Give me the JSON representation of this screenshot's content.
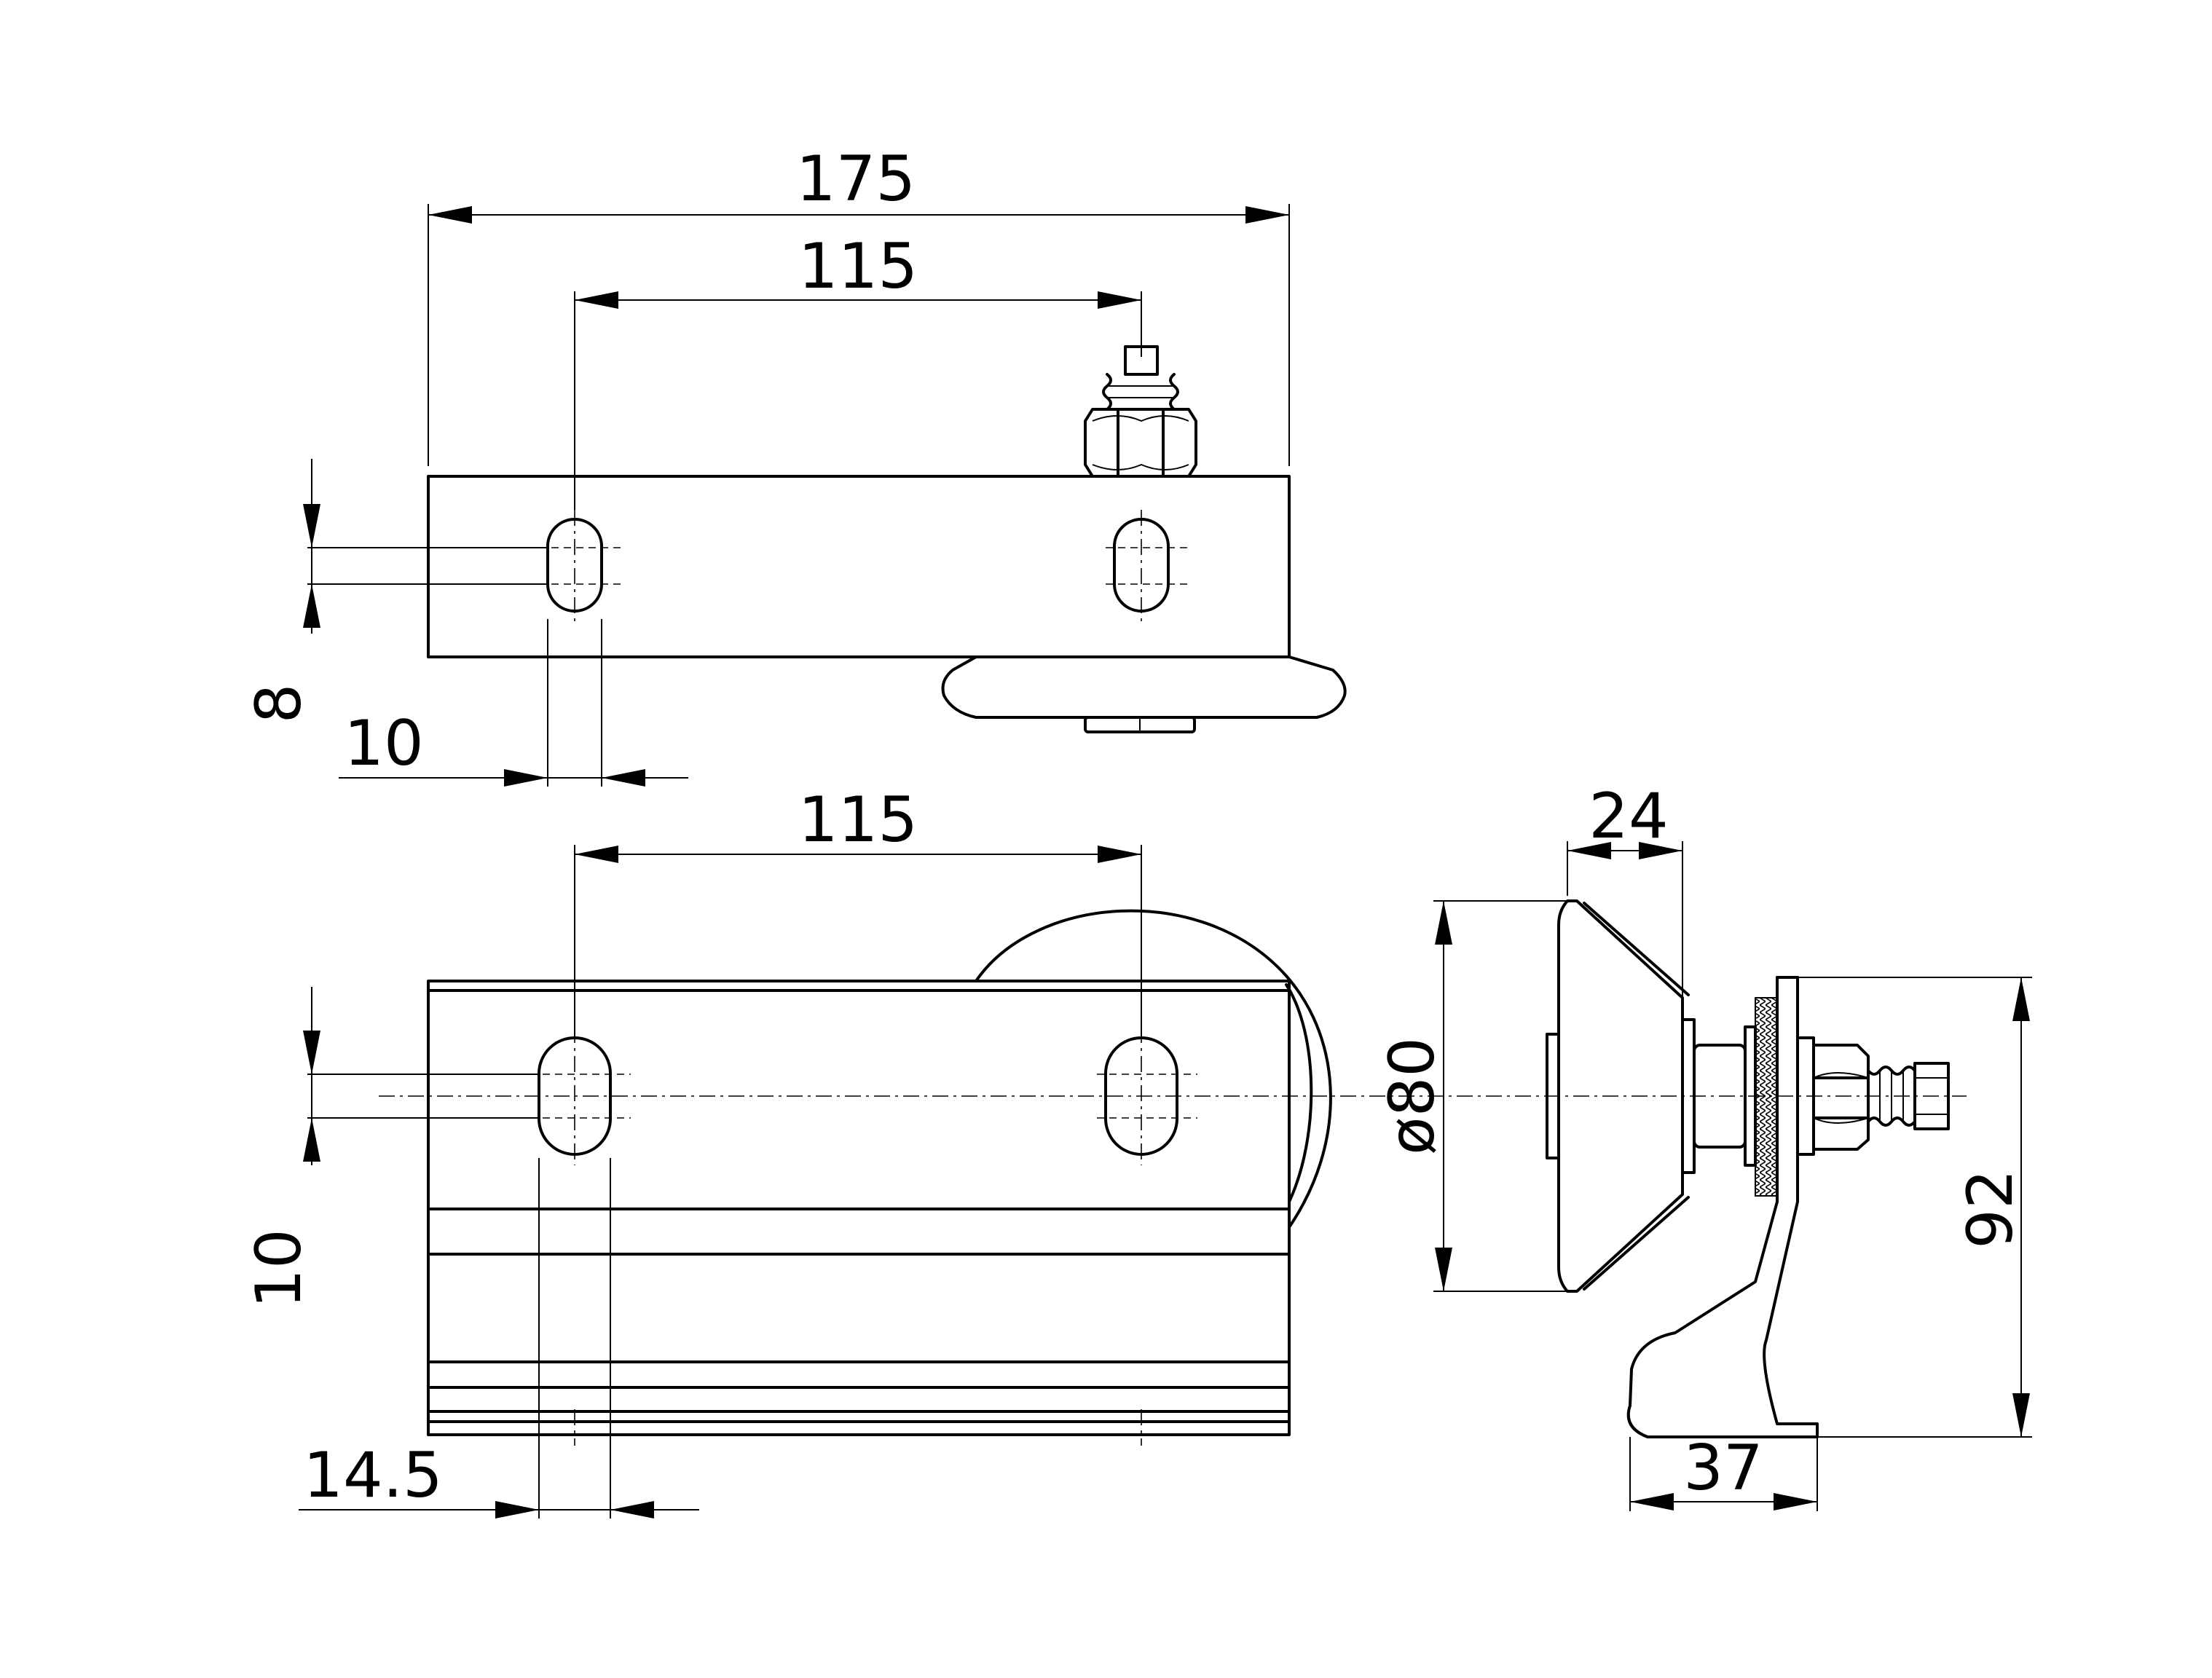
{
  "dimensions": {
    "overall_length": "175",
    "slot_spacing_top": "115",
    "slot_height_top": "8",
    "slot_width_top": "10",
    "slot_spacing_front": "115",
    "slot_height_front": "10",
    "slot_offset_front": "14.5",
    "wheel_width": "24",
    "wheel_diameter": "ø80",
    "overall_height": "92",
    "bracket_base_width": "37"
  }
}
